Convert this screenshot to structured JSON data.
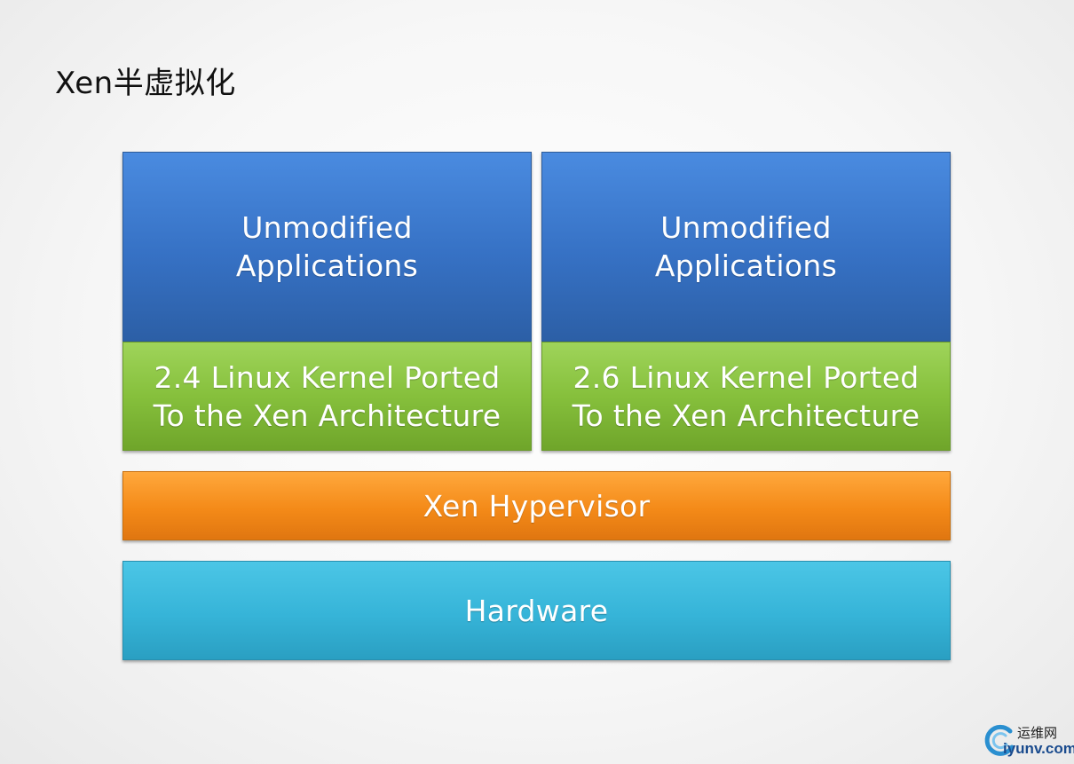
{
  "title": "Xen半虚拟化",
  "guests": [
    {
      "apps_line1": "Unmodified",
      "apps_line2": "Applications",
      "kernel_line1": "2.4 Linux Kernel Ported",
      "kernel_line2": "To the Xen Architecture"
    },
    {
      "apps_line1": "Unmodified",
      "apps_line2": "Applications",
      "kernel_line1": "2.6 Linux Kernel Ported",
      "kernel_line2": "To the Xen Architecture"
    }
  ],
  "hypervisor": "Xen Hypervisor",
  "hardware": "Hardware",
  "watermark": {
    "cn": "运维网",
    "en": "iyunv.com"
  },
  "colors": {
    "applications": "#3671c4",
    "kernel": "#86c03c",
    "hypervisor": "#f48a18",
    "hardware": "#36b4d8"
  }
}
